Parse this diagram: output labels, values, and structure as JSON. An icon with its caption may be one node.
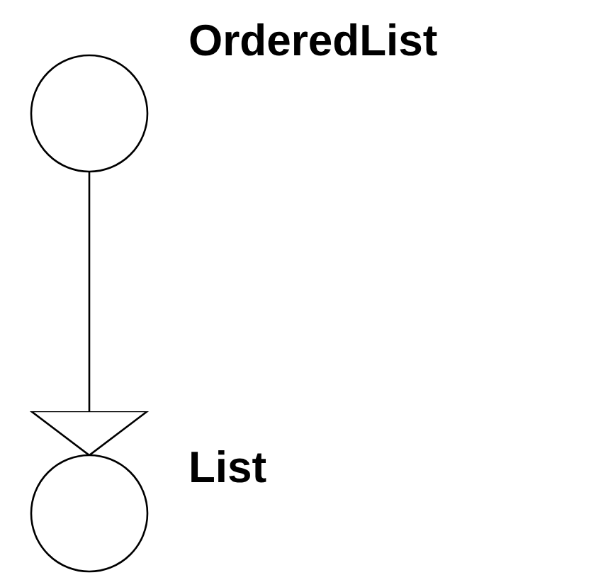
{
  "diagram": {
    "nodes": [
      {
        "text": [
          "OrderedList"
        ]
      },
      {
        "text": [
          "List"
        ]
      }
    ],
    "edges": [
      {
        "from": 0,
        "to": 1,
        "arrow": "to"
      }
    ]
  }
}
